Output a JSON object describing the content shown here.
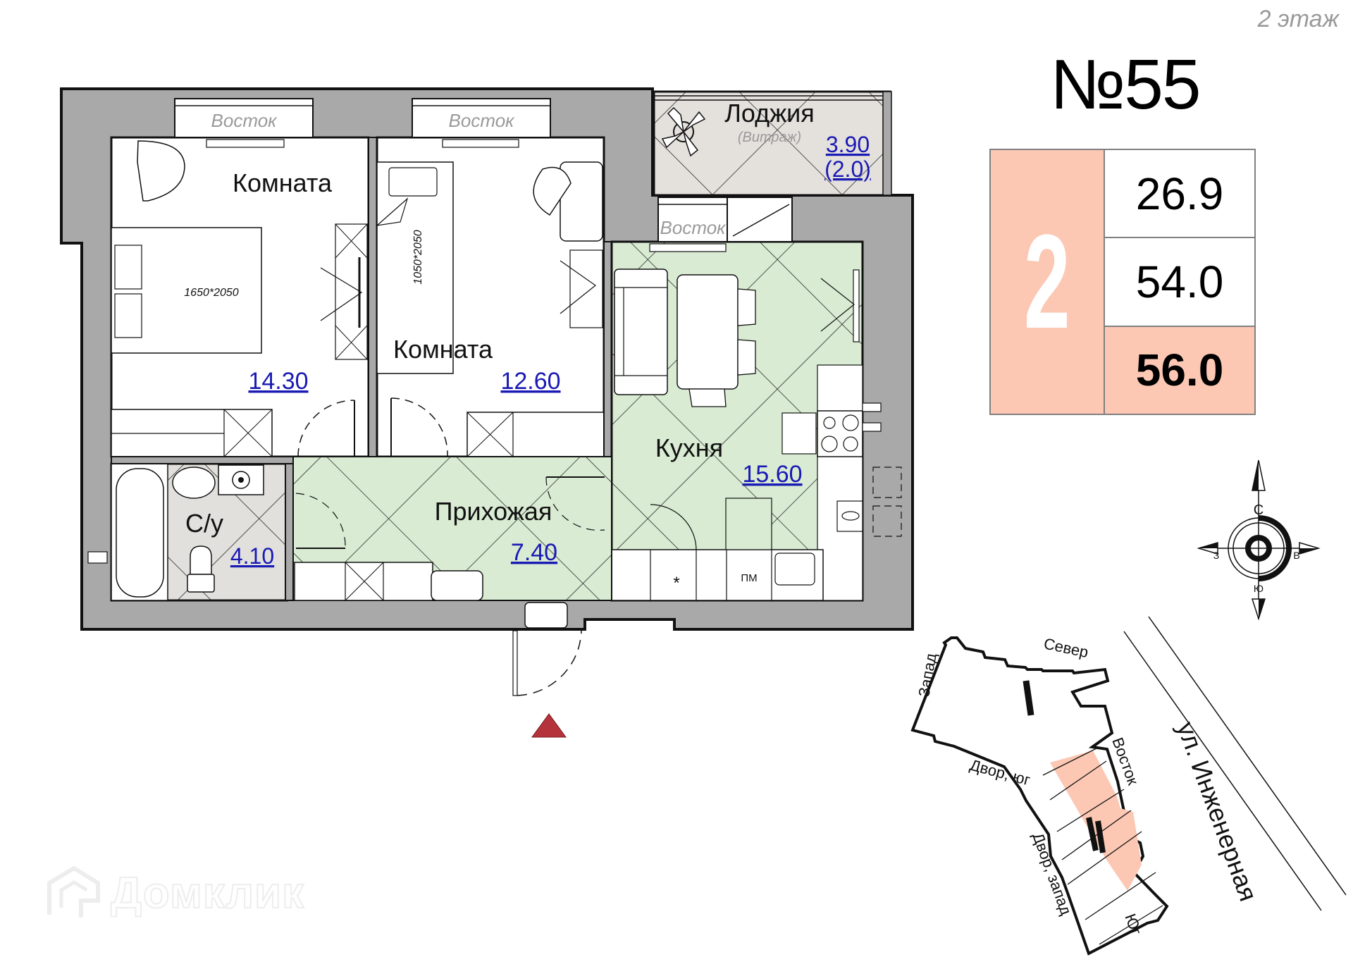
{
  "header": {
    "floor": "2 этаж",
    "apartment_number": "№55"
  },
  "info_table": {
    "rooms": "2",
    "living_area": "26.9",
    "total_area": "54.0",
    "total_area_with_loggia": "56.0"
  },
  "rooms": [
    {
      "name": "Комната",
      "area": "14.30",
      "bed": "1650*2050",
      "window": "Восток"
    },
    {
      "name": "Комната",
      "area": "12.60",
      "bed": "1050*2050",
      "window": "Восток"
    },
    {
      "name": "Кухня",
      "area": "15.60",
      "window": "Восток"
    },
    {
      "name": "Прихожая",
      "area": "7.40"
    },
    {
      "name": "С/у",
      "area": "4.10"
    },
    {
      "name": "Лоджия",
      "subtitle": "(Витраж)",
      "area": "3.90",
      "area_reduced": "(2.0)"
    }
  ],
  "kitchen_labels": {
    "fridge_mark": "*",
    "dishwasher": "ПМ"
  },
  "compass": {
    "north": "С",
    "south": "Ю",
    "east": "В",
    "west": "З"
  },
  "site_plan": {
    "street": "ул. Инженерная",
    "labels": {
      "north": "Север",
      "west": "Запад",
      "east": "Восток",
      "south": "Юг",
      "yard_south": "Двор, юг",
      "yard_west": "Двор, запад"
    },
    "sections": [
      "I",
      "II"
    ]
  },
  "entrance_marker_color": "#b5333b",
  "accent_color": "#fcc8b4",
  "area_text_color": "#1a1ab4",
  "watermark": "Домклик"
}
